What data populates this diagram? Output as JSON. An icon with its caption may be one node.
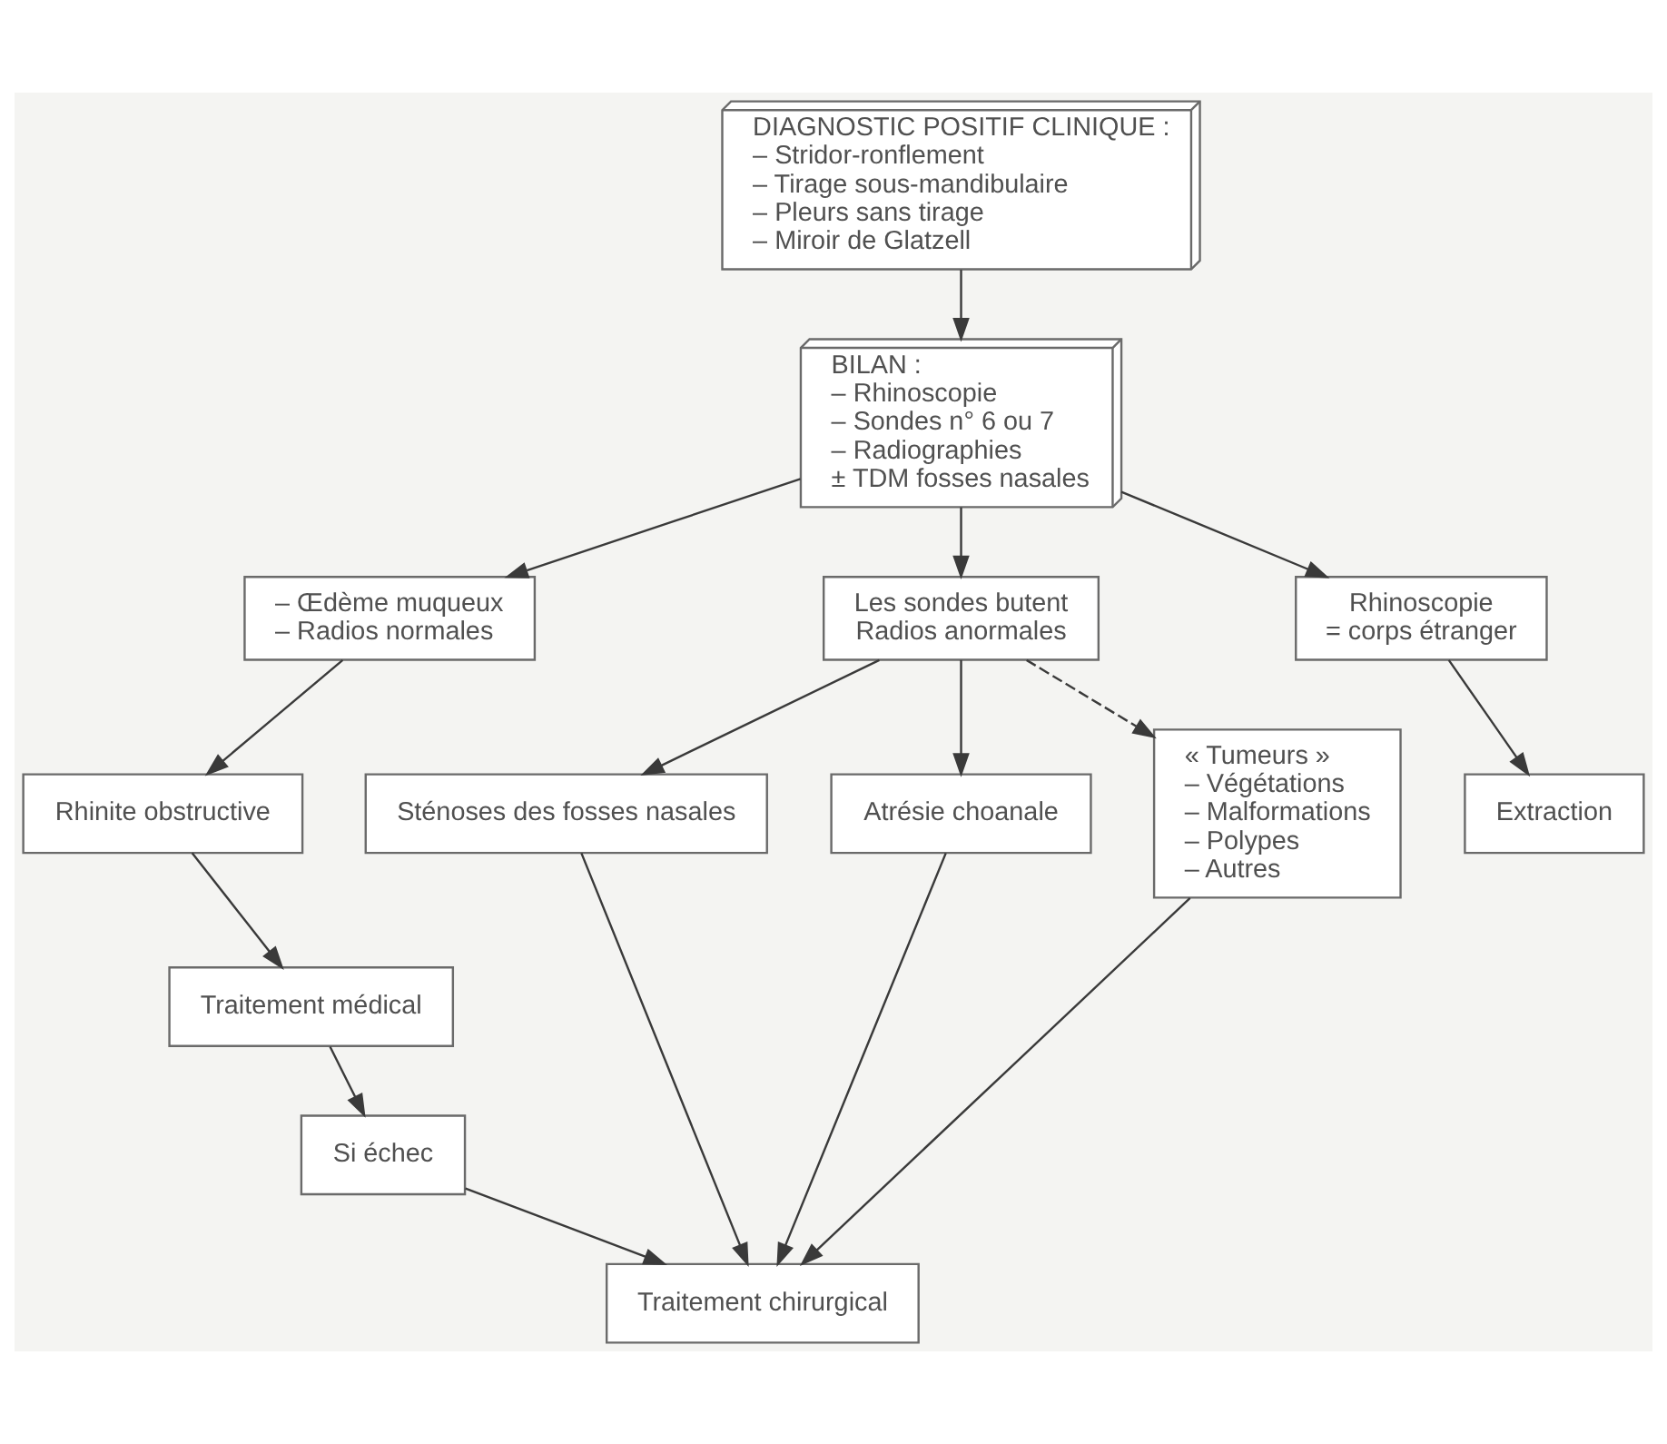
{
  "diagram": {
    "nodes": [
      {
        "text": [
          "DIAGNOSTIC POSITIF CLINIQUE :",
          "– Stridor-ronflement",
          "– Tirage sous-mandibulaire",
          "– Pleurs sans tirage",
          "– Miroir de Glatzell"
        ]
      },
      {
        "text": [
          "BILAN :",
          "– Rhinoscopie",
          "– Sondes n° 6 ou 7",
          "– Radiographies",
          "± TDM fosses nasales"
        ]
      },
      {
        "text": [
          "– Œdème muqueux",
          "– Radios normales"
        ]
      },
      {
        "text": [
          "Les sondes butent",
          "Radios anormales"
        ]
      },
      {
        "text": [
          "Rhinoscopie",
          "= corps étranger"
        ]
      },
      {
        "text": [
          "Rhinite obstructive"
        ]
      },
      {
        "text": [
          "Sténoses des fosses nasales"
        ]
      },
      {
        "text": [
          "Atrésie choanale"
        ]
      },
      {
        "text": [
          "« Tumeurs »",
          "– Végétations",
          "– Malformations",
          "– Polypes",
          "– Autres"
        ]
      },
      {
        "text": [
          "Extraction"
        ]
      },
      {
        "text": [
          "Traitement médical"
        ]
      },
      {
        "text": [
          "Si échec"
        ]
      },
      {
        "text": [
          "Traitement chirurgical"
        ]
      }
    ],
    "edges": [
      {
        "from": 0,
        "to": 1,
        "arrow": "to"
      },
      {
        "from": 1,
        "to": 2,
        "arrow": "to"
      },
      {
        "from": 1,
        "to": 3,
        "arrow": "to"
      },
      {
        "from": 1,
        "to": 4,
        "arrow": "to"
      },
      {
        "from": 2,
        "to": 5,
        "arrow": "to"
      },
      {
        "from": 3,
        "to": 6,
        "arrow": "to"
      },
      {
        "from": 3,
        "to": 7,
        "arrow": "to"
      },
      {
        "from": 3,
        "to": 8,
        "arrow": "to",
        "style": "dashed"
      },
      {
        "from": 4,
        "to": 9,
        "arrow": "to"
      },
      {
        "from": 5,
        "to": 10,
        "arrow": "to"
      },
      {
        "from": 10,
        "to": 11,
        "arrow": "to"
      },
      {
        "from": 6,
        "to": 12,
        "arrow": "to"
      },
      {
        "from": 7,
        "to": 12,
        "arrow": "to"
      },
      {
        "from": 11,
        "to": 12,
        "arrow": "to"
      },
      {
        "from": 8,
        "to": 12,
        "arrow": "to"
      }
    ]
  }
}
